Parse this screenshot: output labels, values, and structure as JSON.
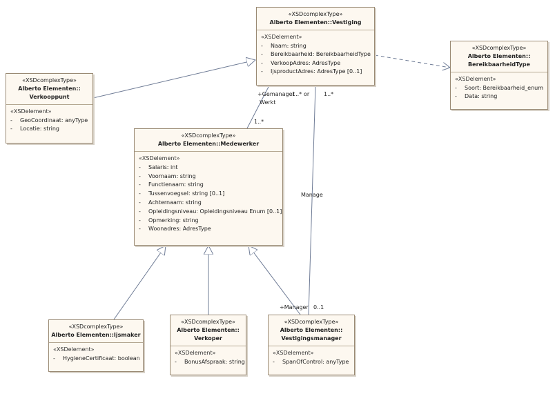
{
  "classes": {
    "vestiging": {
      "stereotype": "«XSDcomplexType»",
      "name": "Alberto Elementen::Vestiging",
      "section": "«XSDelement»",
      "attributes": [
        "Naam: string",
        "Bereikbaarheid: BereikbaarheidType",
        "VerkoopAdres: AdresType",
        "IjsproductAdres: AdresType [0..1]"
      ]
    },
    "bereikbaarheid": {
      "stereotype": "«XSDcomplexType»",
      "name_line1": "Alberto Elementen::",
      "name_line2": "BereikbaarheidType",
      "section": "«XSDelement»",
      "attributes": [
        "Soort: Bereikbaarheid_enum",
        "Data: string"
      ]
    },
    "verkooppunt": {
      "stereotype": "«XSDcomplexType»",
      "name_line1": "Alberto Elementen::",
      "name_line2": "Verkooppunt",
      "section": "«XSDelement»",
      "attributes": [
        "GeoCoordinaat: anyType",
        "Locatie: string"
      ]
    },
    "medewerker": {
      "stereotype": "«XSDcomplexType»",
      "name": "Alberto Elementen::Medewerker",
      "section": "«XSDelement»",
      "attributes": [
        "Salaris: int",
        "Voornaam: string",
        "Functienaam: string",
        "Tussenvoegsel: string [0..1]",
        "Achternaam: string",
        "Opleidingsniveau: Opleidingsniveau Enum [0..1]",
        "Opmerking: string",
        "Woonadres: AdresType"
      ]
    },
    "ijsmaker": {
      "stereotype": "«XSDcomplexType»",
      "name": "Alberto Elementen::Ijsmaker",
      "section": "«XSDelement»",
      "attributes": [
        "HygieneCertificaat: boolean"
      ]
    },
    "verkoper": {
      "stereotype": "«XSDcomplexType»",
      "name_line1": "Alberto Elementen::",
      "name_line2": "Verkoper",
      "section": "«XSDelement»",
      "attributes": [
        "BonusAfspraak: string"
      ]
    },
    "vestigingsmanager": {
      "stereotype": "«XSDcomplexType»",
      "name_line1": "Alberto Elementen::",
      "name_line2": "Vestigingsmanager",
      "section": "«XSDelement»",
      "attributes": [
        "SpanOfControl: anyType"
      ]
    }
  },
  "visibility": "-",
  "labels": {
    "gemanager": "+Gemanager",
    "mult_1": "1..*",
    "or": "or",
    "werkt": "Werkt",
    "mult_1b": "1..*",
    "mult_1c": "1..*",
    "manage": "Manage",
    "manager": "+Manager",
    "mult_01": "0..1"
  },
  "colors": {
    "fill": "#fdf8f0",
    "border": "#9a8a74",
    "line": "#6f7c96"
  }
}
